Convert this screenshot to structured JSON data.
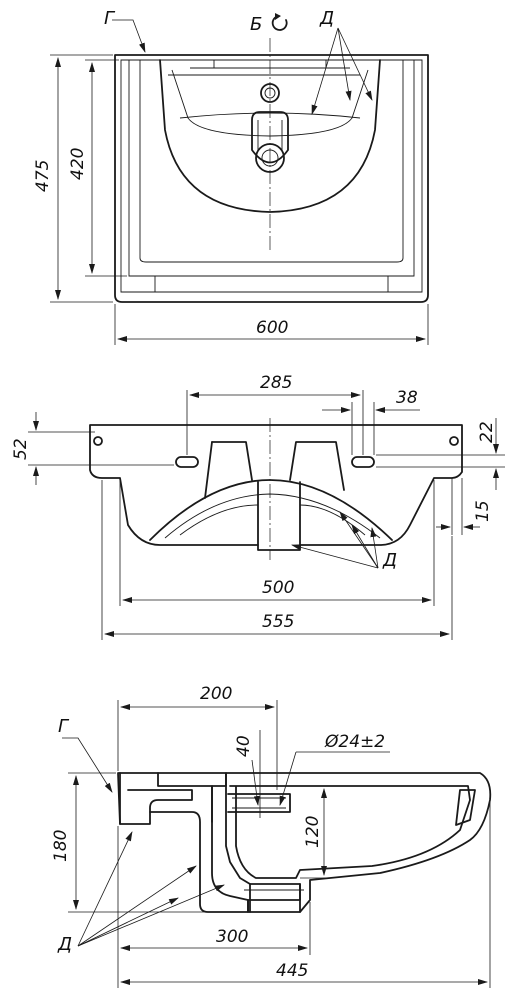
{
  "top_view": {
    "label_g": "Г",
    "label_b": "Б",
    "label_d": "Д",
    "dim_height_outer": "475",
    "dim_height_inner": "420",
    "dim_width": "600"
  },
  "front_view": {
    "dim_holes_spacing": "285",
    "dim_slot": "38",
    "dim_left_height": "52",
    "dim_right_height": "22",
    "dim_right_small": "15",
    "dim_inner_width": "500",
    "dim_outer_width": "555",
    "label_d": "Д"
  },
  "section_view": {
    "label_g": "Г",
    "label_d": "Д",
    "dim_200": "200",
    "dim_40": "40",
    "dim_diameter": "Ø24±2",
    "dim_120": "120",
    "dim_180": "180",
    "dim_300": "300",
    "dim_445": "445"
  }
}
